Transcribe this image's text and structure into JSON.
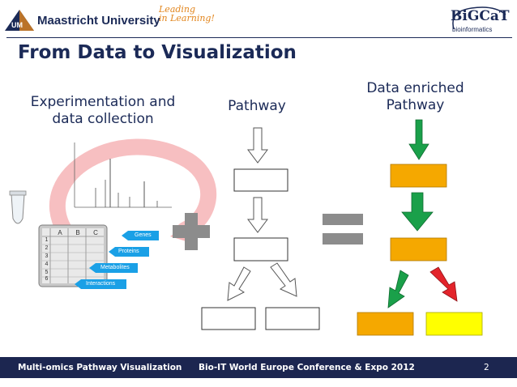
{
  "header": {
    "university": "Maastricht University",
    "tagline_line1": "Leading",
    "tagline_line2": "in Learning!",
    "bigcat_logo": "BiGCaT",
    "bigcat_sub": "bioinformatics"
  },
  "title": "From Data to Visualization",
  "columns": {
    "left": "Experimentation and data collection",
    "middle": "Pathway",
    "right": "Data enriched Pathway"
  },
  "spreadsheet": {
    "columns": [
      "A",
      "B",
      "C"
    ],
    "rows": [
      "1",
      "2",
      "3",
      "4",
      "5",
      "6"
    ]
  },
  "omics_badges": [
    "Genes",
    "Proteins",
    "Metabolites",
    "Interactions"
  ],
  "operators": {
    "plus": "+",
    "equals": "="
  },
  "colors": {
    "navy": "#1b2a57",
    "orange": "#f5a800",
    "yellow": "#ffff00",
    "green_arrow": "#1aa04a",
    "red_arrow": "#e3242b",
    "badge_blue": "#1aa0e6"
  },
  "footer": {
    "left": "Multi-omics Pathway Visualization",
    "center": "Bio-IT World Europe Conference & Expo 2012",
    "page": "2"
  }
}
